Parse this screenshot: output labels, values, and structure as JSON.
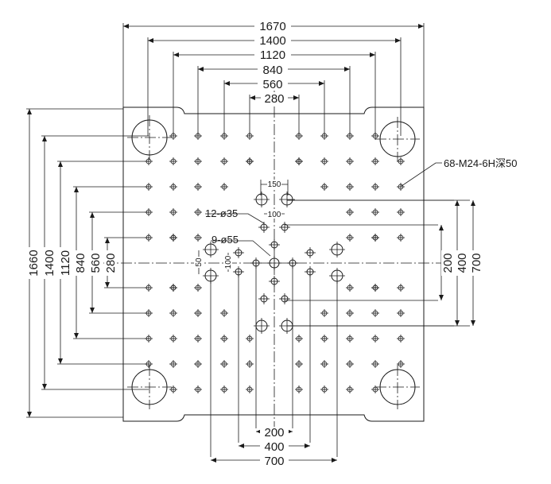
{
  "top_dims": [
    "1670",
    "1400",
    "1120",
    "840",
    "560",
    "280"
  ],
  "left_dims": [
    "1660",
    "1400",
    "1120",
    "840",
    "560",
    "280"
  ],
  "right_dims": [
    "200",
    "400",
    "700"
  ],
  "bottom_dims": [
    "200",
    "400",
    "700"
  ],
  "callouts": {
    "thread": "68-M24-6H深50",
    "holes35": "12-ø35",
    "holes55": "9-ø55",
    "d150": "150",
    "d100a": "100",
    "d100b": "100",
    "d50": "50"
  },
  "colors": {
    "ink": "#1a1a1a",
    "paper": "#ffffff"
  }
}
